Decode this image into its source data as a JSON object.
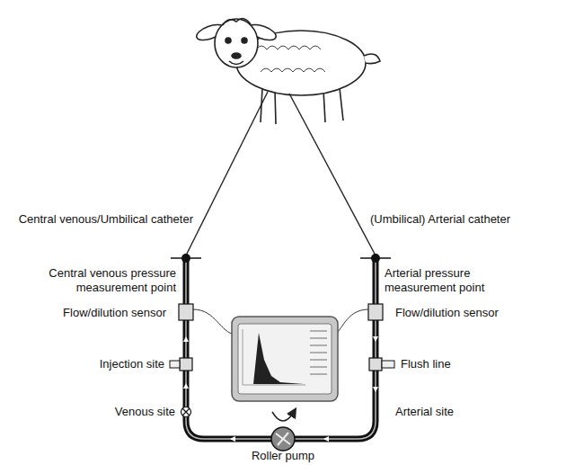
{
  "diagram": {
    "labels": [
      "Central venous/Umbilical catheter",
      "(Umbilical) Arterial catheter",
      "Central venous pressure measurement point",
      "Arterial pressure measurement point",
      "Flow/dilution sensor",
      "Flow/dilution sensor",
      "Injection site",
      "Flush line",
      "Venous site",
      "Arterial site",
      "Roller pump"
    ]
  }
}
